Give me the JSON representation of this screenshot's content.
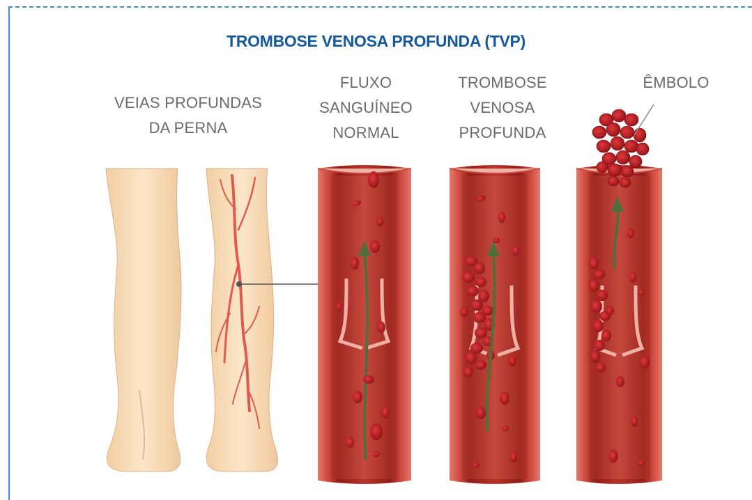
{
  "title": "TROMBOSE VENOSA PROFUNDA (TVP)",
  "labels": {
    "legs": "VEIAS PROFUNDAS\nDA PERNA",
    "normal_flow": "FLUXO\nSANGUÍNEO\nNORMAL",
    "dvt": "TROMBOSE\nVENOSA\nPROFUNDA",
    "embolus": "ÊMBOLO"
  },
  "colors": {
    "frame": "#3a8fd0",
    "title": "#14589e",
    "label": "#6a6a6a",
    "skin": "#f9dfbe",
    "vein": "#e05a4e",
    "vessel_outer": "#d5584c",
    "vessel_inner": "#a8261f",
    "blood_cell": "#b01d22",
    "flow_arrow": "#4f6e3c"
  }
}
